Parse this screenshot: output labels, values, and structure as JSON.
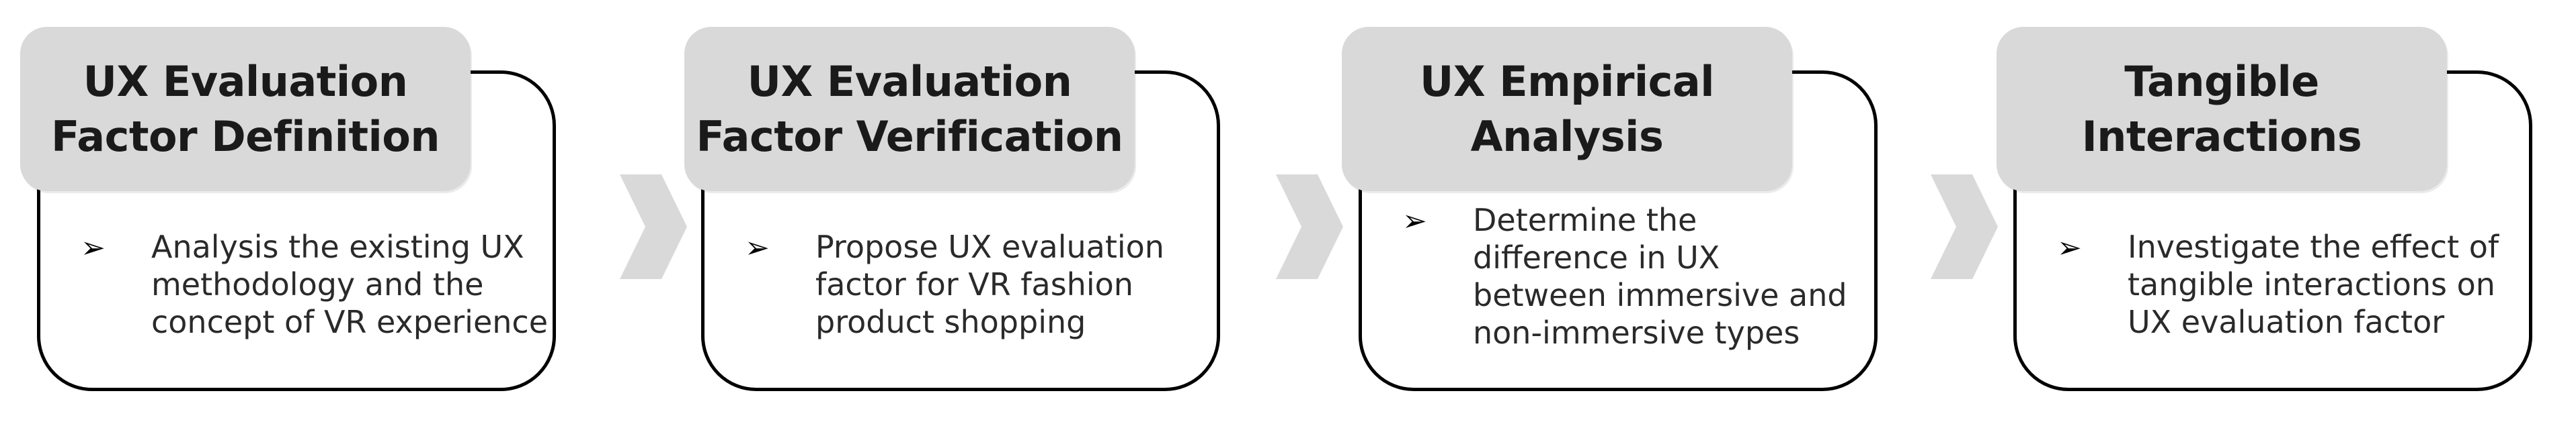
{
  "diagram": {
    "stages": [
      {
        "title": "UX Evaluation\nFactor Definition",
        "bullet_marker": "➢",
        "bullet_text": "Analysis the existing UX\nmethodology and the\nconcept of VR experience"
      },
      {
        "title": "UX Evaluation\nFactor Verification",
        "bullet_marker": "➢",
        "bullet_text": "Propose UX evaluation\nfactor for VR fashion\nproduct shopping"
      },
      {
        "title": "UX Empirical\nAnalysis",
        "bullet_marker": "➢",
        "bullet_text": "Determine the\ndifference in UX\nbetween immersive and\nnon-immersive types"
      },
      {
        "title": "Tangible\nInteractions",
        "bullet_marker": "➢",
        "bullet_text": "Investigate the effect of\ntangible  interactions on\nUX evaluation factor"
      }
    ],
    "colors": {
      "tab_fill": "#d9d9d9",
      "arrow_fill": "#d9d9d9",
      "border": "#000000",
      "text": "#1a1a1a"
    }
  }
}
